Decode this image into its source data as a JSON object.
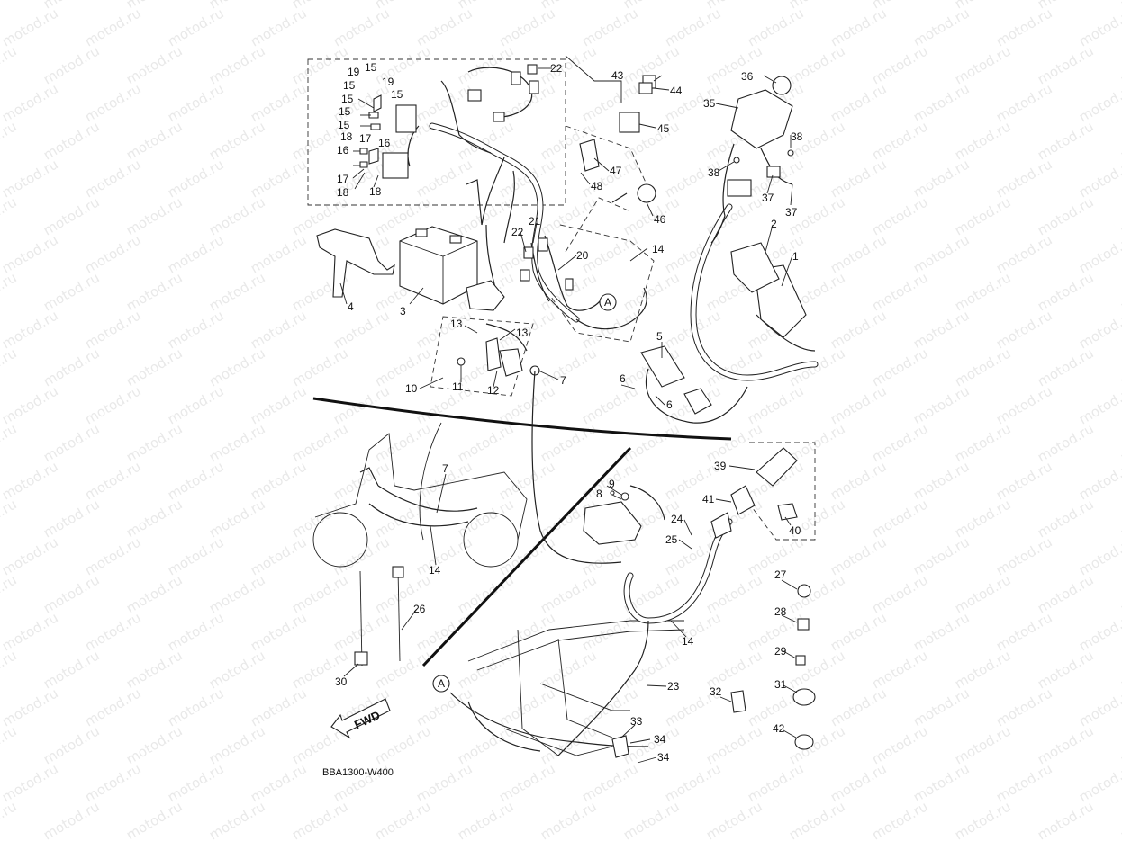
{
  "diagram": {
    "code": "BBA1300-W400",
    "fwd_label": "FWD",
    "ref_marker": "A",
    "watermark": "motod.ru",
    "callouts": [
      {
        "id": "c1",
        "text": "1"
      },
      {
        "id": "c2",
        "text": "2"
      },
      {
        "id": "c3",
        "text": "3"
      },
      {
        "id": "c4",
        "text": "4"
      },
      {
        "id": "c5",
        "text": "5"
      },
      {
        "id": "c6a",
        "text": "6"
      },
      {
        "id": "c6b",
        "text": "6"
      },
      {
        "id": "c7a",
        "text": "7"
      },
      {
        "id": "c7b",
        "text": "7"
      },
      {
        "id": "c8",
        "text": "8"
      },
      {
        "id": "c9",
        "text": "9"
      },
      {
        "id": "c10",
        "text": "10"
      },
      {
        "id": "c11",
        "text": "11"
      },
      {
        "id": "c12",
        "text": "12"
      },
      {
        "id": "c13a",
        "text": "13"
      },
      {
        "id": "c13b",
        "text": "13"
      },
      {
        "id": "c14a",
        "text": "14"
      },
      {
        "id": "c14b",
        "text": "14"
      },
      {
        "id": "c14c",
        "text": "14"
      },
      {
        "id": "c15a",
        "text": "15"
      },
      {
        "id": "c15b",
        "text": "15"
      },
      {
        "id": "c15c",
        "text": "15"
      },
      {
        "id": "c15d",
        "text": "15"
      },
      {
        "id": "c15e",
        "text": "15"
      },
      {
        "id": "c15f",
        "text": "15"
      },
      {
        "id": "c16a",
        "text": "16"
      },
      {
        "id": "c16b",
        "text": "16"
      },
      {
        "id": "c17a",
        "text": "17"
      },
      {
        "id": "c17b",
        "text": "17"
      },
      {
        "id": "c18a",
        "text": "18"
      },
      {
        "id": "c18b",
        "text": "18"
      },
      {
        "id": "c18c",
        "text": "18"
      },
      {
        "id": "c19a",
        "text": "19"
      },
      {
        "id": "c19b",
        "text": "19"
      },
      {
        "id": "c20",
        "text": "20"
      },
      {
        "id": "c21",
        "text": "21"
      },
      {
        "id": "c22a",
        "text": "22"
      },
      {
        "id": "c22b",
        "text": "22"
      },
      {
        "id": "c23",
        "text": "23"
      },
      {
        "id": "c24",
        "text": "24"
      },
      {
        "id": "c25",
        "text": "25"
      },
      {
        "id": "c26",
        "text": "26"
      },
      {
        "id": "c27",
        "text": "27"
      },
      {
        "id": "c28",
        "text": "28"
      },
      {
        "id": "c29",
        "text": "29"
      },
      {
        "id": "c30",
        "text": "30"
      },
      {
        "id": "c31",
        "text": "31"
      },
      {
        "id": "c32",
        "text": "32"
      },
      {
        "id": "c33",
        "text": "33"
      },
      {
        "id": "c34a",
        "text": "34"
      },
      {
        "id": "c34b",
        "text": "34"
      },
      {
        "id": "c35",
        "text": "35"
      },
      {
        "id": "c36",
        "text": "36"
      },
      {
        "id": "c37a",
        "text": "37"
      },
      {
        "id": "c37b",
        "text": "37"
      },
      {
        "id": "c38a",
        "text": "38"
      },
      {
        "id": "c38b",
        "text": "38"
      },
      {
        "id": "c39",
        "text": "39"
      },
      {
        "id": "c40",
        "text": "40"
      },
      {
        "id": "c41",
        "text": "41"
      },
      {
        "id": "c42",
        "text": "42"
      },
      {
        "id": "c43",
        "text": "43"
      },
      {
        "id": "c44",
        "text": "44"
      },
      {
        "id": "c45",
        "text": "45"
      },
      {
        "id": "c46",
        "text": "46"
      },
      {
        "id": "c47",
        "text": "47"
      },
      {
        "id": "c48",
        "text": "48"
      }
    ]
  }
}
